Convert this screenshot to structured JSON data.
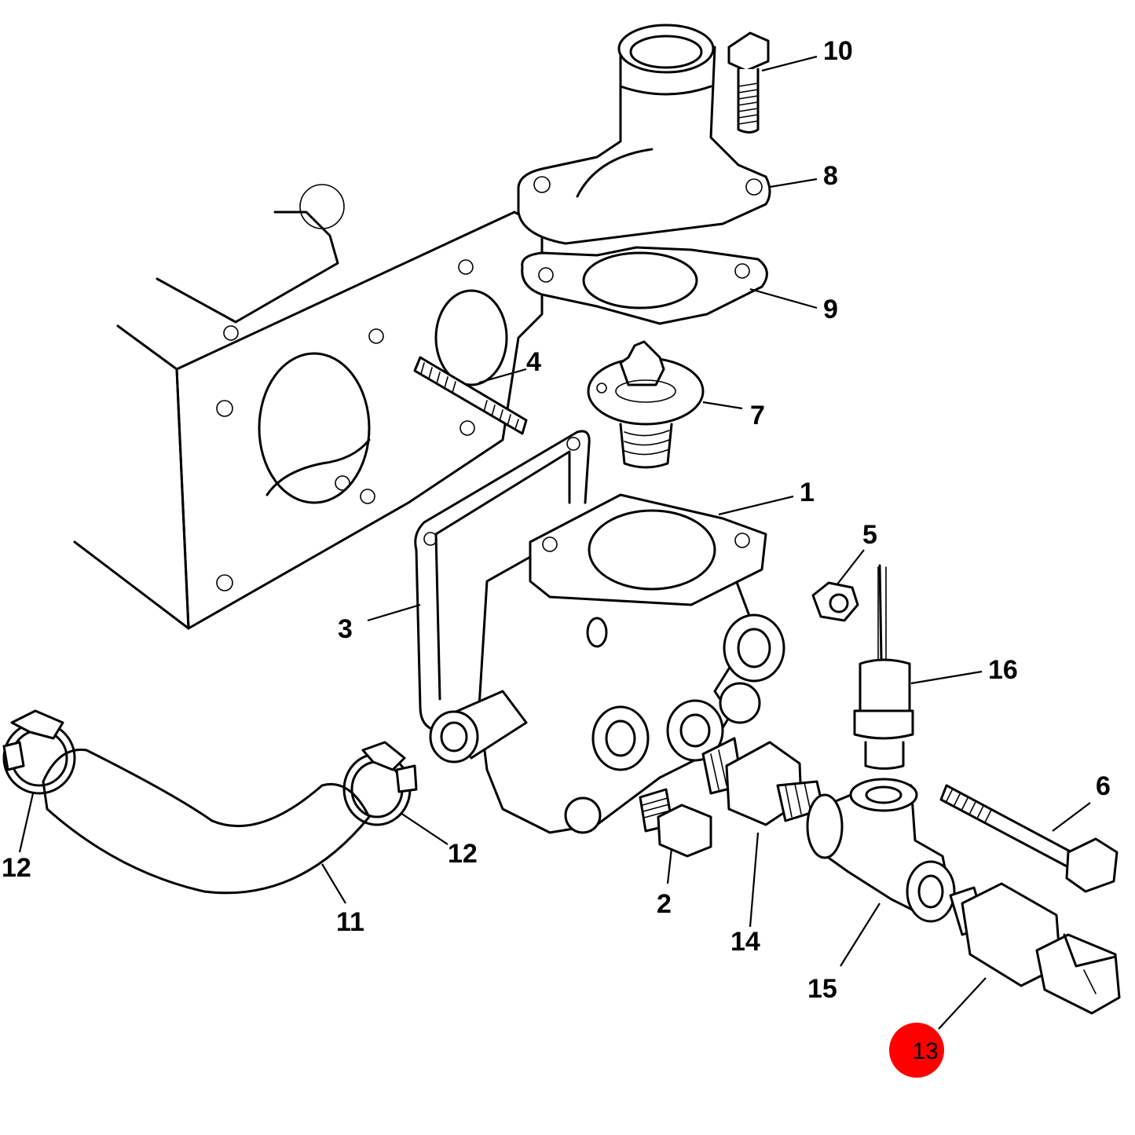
{
  "callouts": [
    {
      "id": "1",
      "label": "1"
    },
    {
      "id": "2",
      "label": "2"
    },
    {
      "id": "3",
      "label": "3"
    },
    {
      "id": "4",
      "label": "4"
    },
    {
      "id": "5",
      "label": "5"
    },
    {
      "id": "6",
      "label": "6"
    },
    {
      "id": "7",
      "label": "7"
    },
    {
      "id": "8",
      "label": "8"
    },
    {
      "id": "9",
      "label": "9"
    },
    {
      "id": "10",
      "label": "10"
    },
    {
      "id": "11",
      "label": "11"
    },
    {
      "id": "12a",
      "label": "12"
    },
    {
      "id": "12b",
      "label": "12"
    },
    {
      "id": "14",
      "label": "14"
    },
    {
      "id": "15",
      "label": "15"
    },
    {
      "id": "16",
      "label": "16"
    }
  ],
  "highlighted_callout": {
    "label": "13",
    "color": "#ff0000"
  },
  "colors": {
    "line": "#000000",
    "background": "#ffffff",
    "highlight": "#ff0000"
  }
}
